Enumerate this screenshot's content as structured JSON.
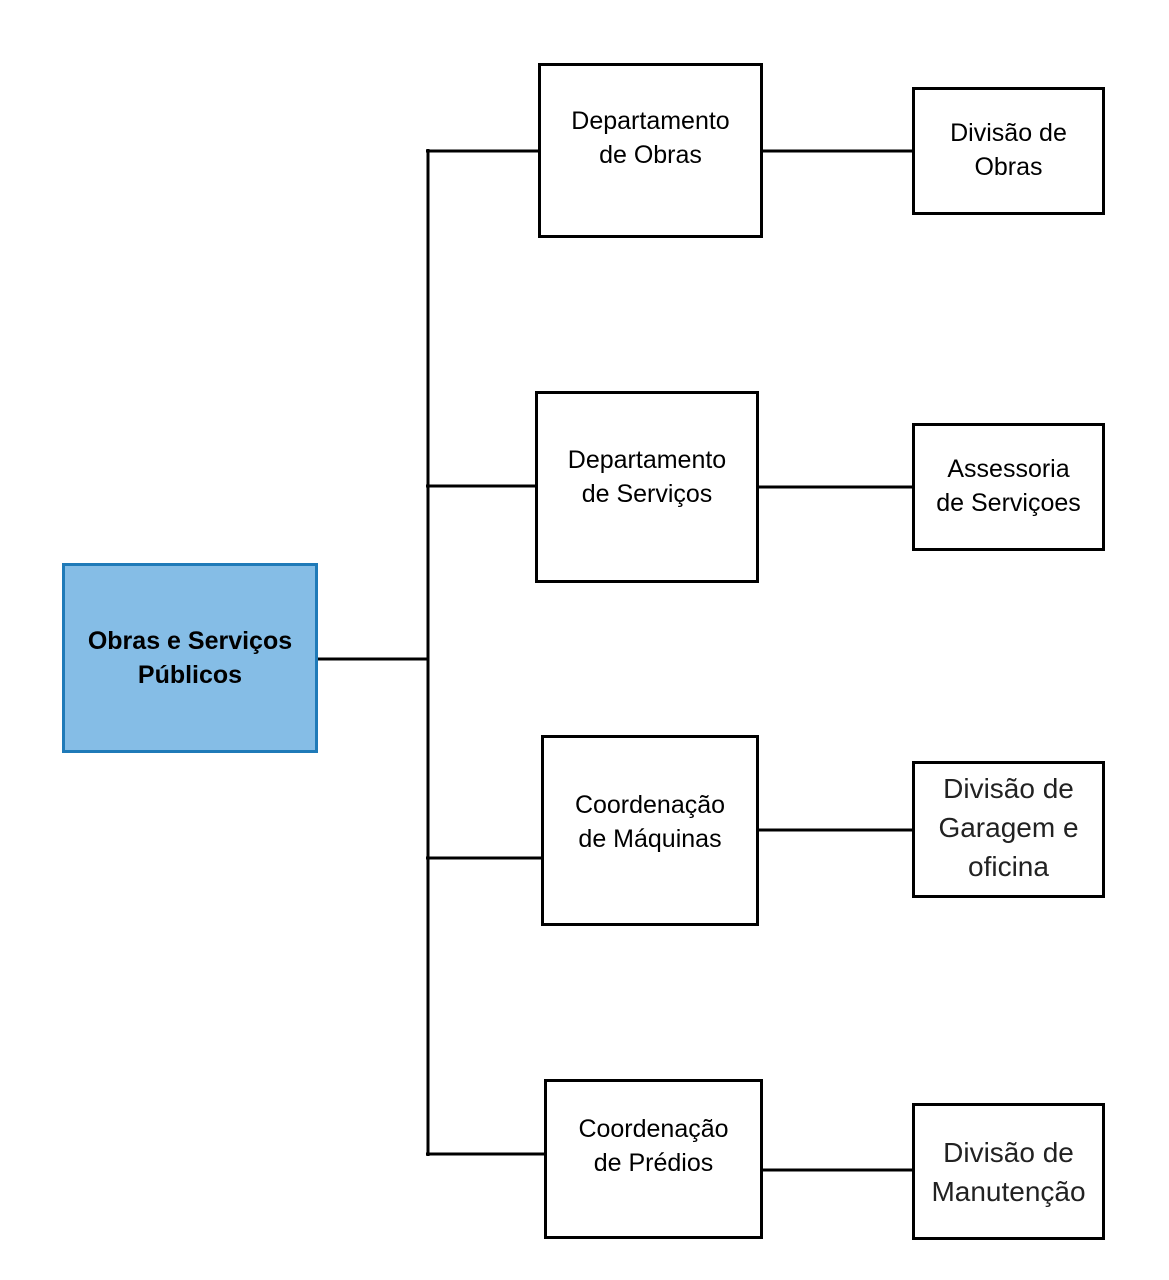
{
  "colors": {
    "root_fill": "#85bde6",
    "root_border": "#1f7ab8",
    "box_border": "#000000",
    "line": "#000000"
  },
  "root": {
    "label": "Obras e Serviços\nPúblicos"
  },
  "branches": [
    {
      "department": "Departamento\nde Obras",
      "unit": "Divisão de\nObras"
    },
    {
      "department": "Departamento\nde Serviços",
      "unit": "Assessoria\nde Serviçoes"
    },
    {
      "department": "Coordenação\nde Máquinas",
      "unit": "Divisão de\nGaragem e\noficina"
    },
    {
      "department": "Coordenação\nde Prédios",
      "unit": "Divisão de\nManutenção"
    }
  ]
}
